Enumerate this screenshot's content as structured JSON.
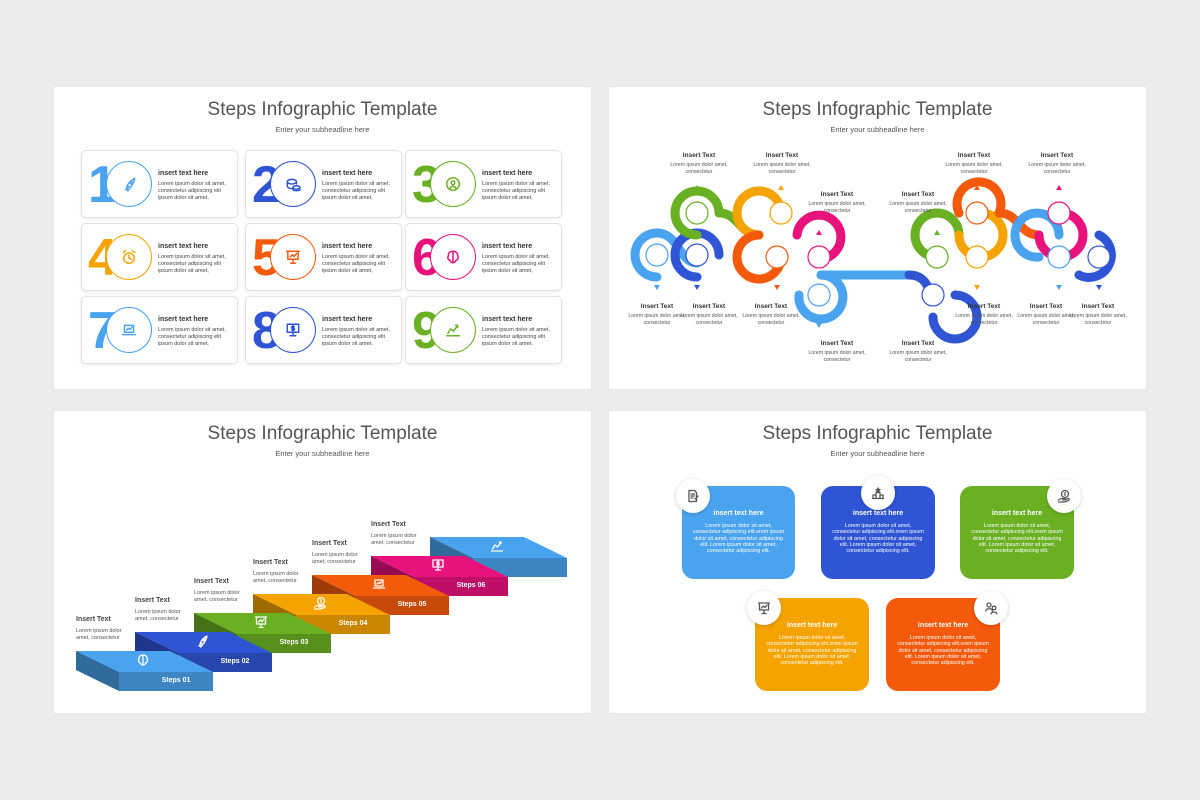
{
  "common": {
    "title": "Steps Infographic Template",
    "subtitle": "Enter your subheadline here"
  },
  "colors": {
    "blue_light": "#4aa3ee",
    "blue": "#2f55d4",
    "green": "#6ab023",
    "orange": "#f5a300",
    "orange_red": "#f35a0c",
    "magenta": "#e8127c",
    "pink": "#e91e63"
  },
  "slide1": {
    "cards": [
      {
        "num": "1",
        "title": "insert text here",
        "body": "Lorem ipsum dolor sit amet, consectetur adipiscing elit ipsum dolor sit amet,",
        "icon": "rocket-icon",
        "color": "#4aa3ee"
      },
      {
        "num": "2",
        "title": "insert text here",
        "body": "Lorem ipsum dolor sit amet, consectetur adipiscing elit ipsum dolor sit amet,",
        "icon": "coins-icon",
        "color": "#2f55d4"
      },
      {
        "num": "3",
        "title": "insert text here",
        "body": "Lorem ipsum dolor sit amet, consectetur adipiscing elit ipsum dolor sit amet,",
        "icon": "target-person-icon",
        "color": "#6ab023"
      },
      {
        "num": "4",
        "title": "insert text here",
        "body": "Lorem ipsum dolor sit amet, consectetur adipiscing elit ipsum dolor sit amet,",
        "icon": "clock-icon",
        "color": "#f5a300"
      },
      {
        "num": "5",
        "title": "insert text here",
        "body": "Lorem ipsum dolor sit amet, consectetur adipiscing elit ipsum dolor sit amet,",
        "icon": "presentation-icon",
        "color": "#f35a0c"
      },
      {
        "num": "6",
        "title": "insert text here",
        "body": "Lorem ipsum dolor sit amet, consectetur adipiscing elit ipsum dolor sit amet,",
        "icon": "brain-icon",
        "color": "#e8127c"
      },
      {
        "num": "7",
        "title": "insert text here",
        "body": "Lorem ipsum dolor sit amet, consectetur adipiscing elit ipsum dolor sit amet,",
        "icon": "laptop-chart-icon",
        "color": "#4aa3ee"
      },
      {
        "num": "8",
        "title": "insert text here",
        "body": "Lorem ipsum dolor sit amet, consectetur adipiscing elit ipsum dolor sit amet,",
        "icon": "monitor-dollar-icon",
        "color": "#2f55d4"
      },
      {
        "num": "9",
        "title": "insert text here",
        "body": "Lorem ipsum dolor sit amet, consectetur adipiscing elit ipsum dolor sit amet,",
        "icon": "line-chart-icon",
        "color": "#6ab023"
      }
    ]
  },
  "slide2": {
    "label_title": "Insert Text",
    "label_body": "Lorem ipsum dolor amet, consectetur"
  },
  "slide3": {
    "steps": [
      {
        "label": "Steps 01",
        "title": "Insert Text",
        "body": "Lorem ipsum dolor amet, consectetur",
        "color": "#4aa3ee"
      },
      {
        "label": "Steps 02",
        "title": "Insert Text",
        "body": "Lorem ipsum dolor amet, consectetur",
        "color": "#2f55d4"
      },
      {
        "label": "Steps 03",
        "title": "Insert Text",
        "body": "Lorem ipsum dolor amet, consectetur",
        "color": "#6ab023"
      },
      {
        "label": "Steps 04",
        "title": "Insert Text",
        "body": "Lorem ipsum dolor amet, consectetur",
        "color": "#f5a300"
      },
      {
        "label": "Steps 05",
        "title": "Insert Text",
        "body": "Lorem ipsum dolor amet, consectetur",
        "color": "#f35a0c"
      },
      {
        "label": "Steps 06",
        "title": "Insert Text",
        "body": "Lorem ipsum dolor amet, consectetur",
        "color": "#e8127c"
      }
    ]
  },
  "slide4": {
    "boxes": [
      {
        "title": "insert text here",
        "body": "Lorem ipsum dolor sit amet, consectetur adipiscing elit.orem ipsum dolor sit amet, consectetur adipiscing elit. Lorem ipsum dolor sit amet, consectetur adipiscing elit.",
        "color": "#4aa3ee",
        "icon": "document-pen-icon"
      },
      {
        "title": "insert text here",
        "body": "Lorem ipsum dolor sit amet, consectetur adipiscing elit.orem ipsum dolor sit amet, consectetur adipiscing elit. Lorem ipsum dolor sit amet, consectetur adipiscing elit.",
        "color": "#2f55d4",
        "icon": "podium-icon"
      },
      {
        "title": "insert text here",
        "body": "Lorem ipsum dolor sit amet, consectetur adipiscing elit.orem ipsum dolor sit amet, consectetur adipiscing elit. Lorem ipsum dolor sit amet, consectetur adipiscing elit.",
        "color": "#6ab023",
        "icon": "hand-dollar-icon"
      },
      {
        "title": "insert text here",
        "body": "Lorem ipsum dolor sit amet, consectetur adipiscing elit.orem ipsum dolor sit amet, consectetur adipiscing elit. Lorem ipsum dolor sit amet, consectetur adipiscing elit.",
        "color": "#f5a300",
        "icon": "presentation-icon"
      },
      {
        "title": "insert text here",
        "body": "Lorem ipsum dolor sit amet, consectetur adipiscing elit.orem ipsum dolor sit amet, consectetur adipiscing elit. Lorem ipsum dolor sit amet, consectetur adipiscing elit.",
        "color": "#f35a0c",
        "icon": "people-icon"
      }
    ]
  }
}
